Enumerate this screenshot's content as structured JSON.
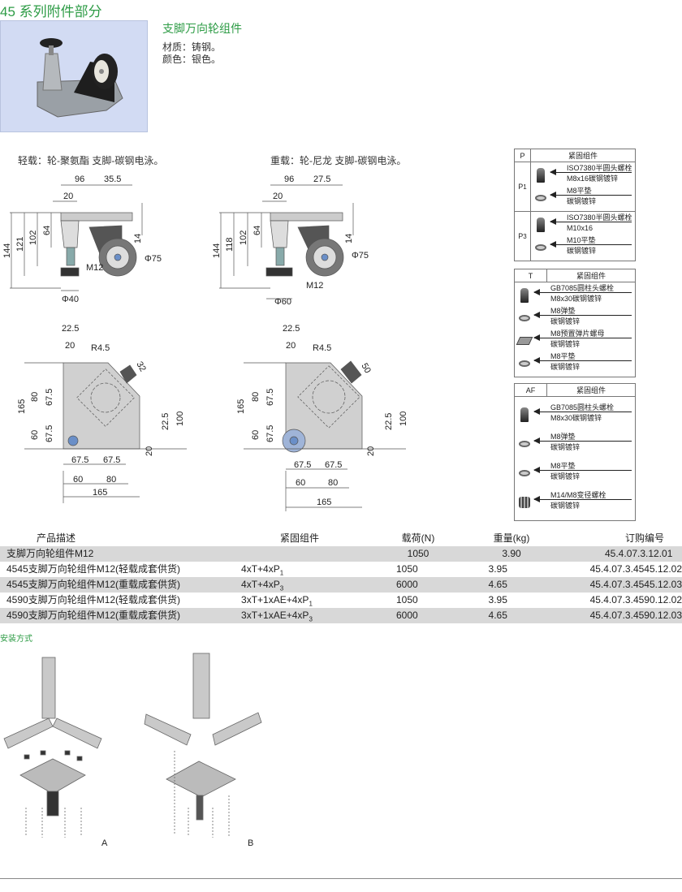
{
  "section_title": "45 系列附件部分",
  "product": {
    "title": "支脚万向轮组件",
    "material": "材质：铸钢。",
    "color": "颜色：银色。"
  },
  "captions": {
    "light": "轻载：轮-聚氨酯 支脚-碳钢电泳。",
    "heavy": "重载：轮-尼龙 支脚-碳钢电泳。"
  },
  "side_light": {
    "w96": "96",
    "off": "35.5",
    "w20": "20",
    "h144": "144",
    "h121": "121",
    "h102": "102",
    "h64": "64",
    "h14": "14",
    "wheel": "Φ75",
    "thread": "M12",
    "foot": "Φ40"
  },
  "side_heavy": {
    "w96": "96",
    "off": "27.5",
    "w20": "20",
    "h144": "144",
    "h118": "118",
    "h102": "102",
    "h64": "64",
    "h14": "14",
    "wheel": "Φ75",
    "thread": "M12",
    "foot": "Φ60"
  },
  "plan_light": {
    "a": "22.5",
    "b": "20",
    "r": "R4.5",
    "s": "32",
    "h165": "165",
    "h80": "80",
    "h675a": "67.5",
    "h60": "60",
    "h675b": "67.5",
    "r225": "22.5",
    "r100": "100",
    "r20": "20",
    "b675a": "67.5",
    "b675b": "67.5",
    "b60": "60",
    "b80": "80",
    "b165": "165"
  },
  "plan_heavy": {
    "a": "22.5",
    "b": "20",
    "r": "R4.5",
    "s": "50",
    "h165": "165",
    "h80": "80",
    "h675a": "67.5",
    "h60": "60",
    "h675b": "67.5",
    "r225": "22.5",
    "r100": "100",
    "r20": "20",
    "b675a": "67.5",
    "b675b": "67.5",
    "b60": "60",
    "b80": "80",
    "b165": "165"
  },
  "fastener_boxes": {
    "p": {
      "key": "P",
      "title": "紧固组件",
      "groups": [
        {
          "key": "P",
          "sub": "1",
          "items": [
            {
              "icon": "bolt",
              "l1": "ISO7380半圆头螺栓",
              "l2": "M8x16碳钢镀锌"
            },
            {
              "icon": "washer",
              "l1": "M8平垫",
              "l2": "碳钢镀锌"
            }
          ]
        },
        {
          "key": "P",
          "sub": "3",
          "items": [
            {
              "icon": "bolt",
              "l1": "ISO7380半圆头螺栓",
              "l2": "M10x16"
            },
            {
              "icon": "washer",
              "l1": "M10平垫",
              "l2": "碳钢镀锌"
            }
          ]
        }
      ]
    },
    "t": {
      "key": "T",
      "title": "紧固组件",
      "items": [
        {
          "icon": "bolt",
          "l1": "GB7085圆柱头螺栓",
          "l2": "M8x30碳钢镀锌"
        },
        {
          "icon": "washer",
          "l1": "M8弹垫",
          "l2": "碳钢镀锌"
        },
        {
          "icon": "nut",
          "l1": "M8预置弹片螺母",
          "l2": "碳钢镀锌"
        },
        {
          "icon": "washer",
          "l1": "M8平垫",
          "l2": "碳钢镀锌"
        }
      ]
    },
    "af": {
      "key": "AF",
      "title": "紧固组件",
      "items": [
        {
          "icon": "bolt",
          "l1": "GB7085圆柱头螺栓",
          "l2": "M8x30碳钢镀锌"
        },
        {
          "icon": "washer",
          "l1": "M8弹垫",
          "l2": "碳钢镀锌"
        },
        {
          "icon": "washer",
          "l1": "M8平垫",
          "l2": "碳钢镀锌"
        },
        {
          "icon": "stud",
          "l1": "M14/M8变径螺栓",
          "l2": "碳钢镀锌"
        }
      ]
    }
  },
  "table": {
    "headers": [
      "产品描述",
      "紧固组件",
      "载荷(N)",
      "重量(kg)",
      "订购编号"
    ],
    "rows": [
      {
        "desc": "支脚万向轮组件M12",
        "fast": "",
        "fsub": "",
        "load": "1050",
        "weight": "3.90",
        "order": "45.4.07.3.12.01"
      },
      {
        "desc": "4545支脚万向轮组件M12(轻载成套供货)",
        "fast": "4xT+4xP",
        "fsub": "1",
        "load": "1050",
        "weight": "3.95",
        "order": "45.4.07.3.4545.12.02"
      },
      {
        "desc": "4545支脚万向轮组件M12(重载成套供货)",
        "fast": "4xT+4xP",
        "fsub": "3",
        "load": "6000",
        "weight": "4.65",
        "order": "45.4.07.3.4545.12.03"
      },
      {
        "desc": "4590支脚万向轮组件M12(轻载成套供货)",
        "fast": "3xT+1xAE+4xP",
        "fsub": "1",
        "load": "1050",
        "weight": "3.95",
        "order": "45.4.07.3.4590.12.02"
      },
      {
        "desc": "4590支脚万向轮组件M12(重载成套供货)",
        "fast": "3xT+1xAE+4xP",
        "fsub": "3",
        "load": "6000",
        "weight": "4.65",
        "order": "45.4.07.3.4590.12.03"
      }
    ]
  },
  "install": {
    "title": "安装方式",
    "a": "A",
    "b": "B"
  }
}
